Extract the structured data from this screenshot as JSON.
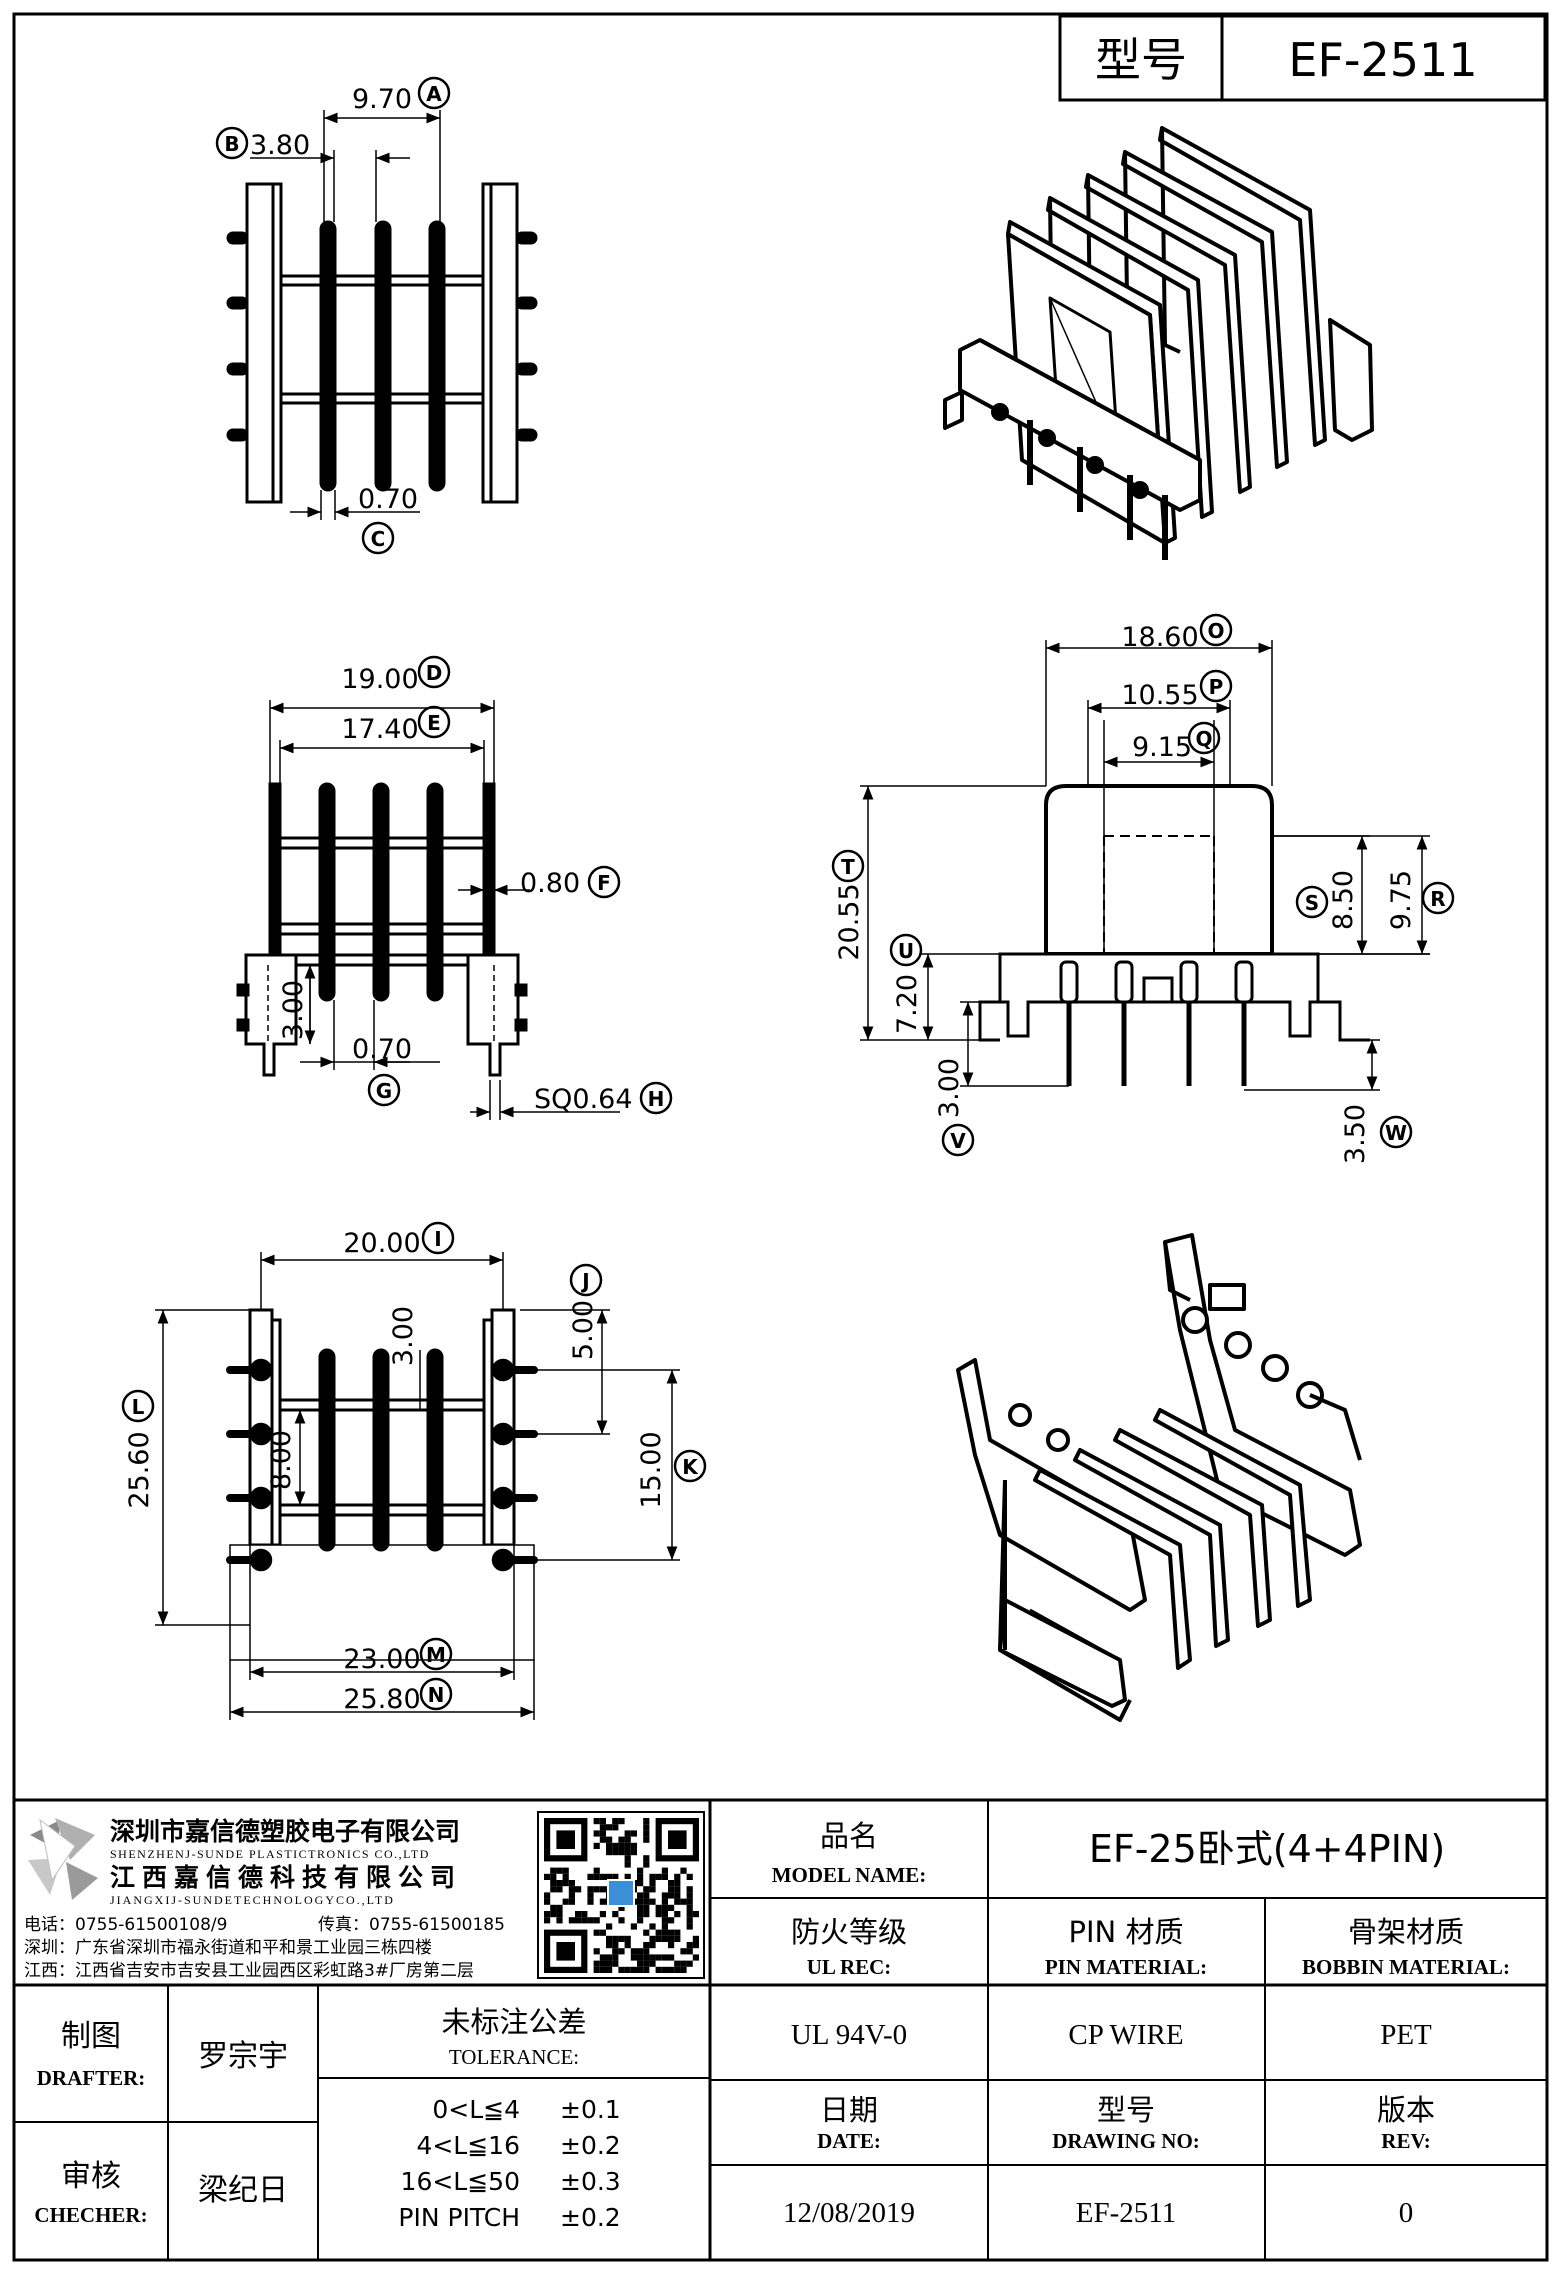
{
  "title_block": {
    "model_label": "型号",
    "model_value": "EF-2511"
  },
  "dimensions": {
    "A": {
      "value": "9.70",
      "tag": "A"
    },
    "B": {
      "value": "3.80",
      "tag": "B"
    },
    "C": {
      "value": "0.70",
      "tag": "C"
    },
    "D": {
      "value": "19.00",
      "tag": "D"
    },
    "E": {
      "value": "17.40",
      "tag": "E"
    },
    "F": {
      "value": "0.80",
      "tag": "F"
    },
    "G": {
      "value": "0.70",
      "tag": "G"
    },
    "G_side": {
      "value": "3.00"
    },
    "H": {
      "value": "SQ0.64",
      "tag": "H"
    },
    "I": {
      "value": "20.00",
      "tag": "I"
    },
    "J": {
      "value": "5.00",
      "tag": "J"
    },
    "J_inner": {
      "value": "3.00"
    },
    "K": {
      "value": "15.00",
      "tag": "K"
    },
    "L": {
      "value": "25.60",
      "tag": "L"
    },
    "L_inner": {
      "value": "8.00"
    },
    "M": {
      "value": "23.00",
      "tag": "M"
    },
    "N": {
      "value": "25.80",
      "tag": "N"
    },
    "O": {
      "value": "18.60",
      "tag": "O"
    },
    "P": {
      "value": "10.55",
      "tag": "P"
    },
    "Q": {
      "value": "9.15",
      "tag": "Q"
    },
    "R": {
      "value": "9.75",
      "tag": "R"
    },
    "S": {
      "value": "8.50",
      "tag": "S"
    },
    "T": {
      "value": "20.55",
      "tag": "T"
    },
    "U": {
      "value": "7.20",
      "tag": "U"
    },
    "V": {
      "value": "3.00",
      "tag": "V"
    },
    "W": {
      "value": "3.50",
      "tag": "W"
    }
  },
  "company": {
    "name_cn_1": "深圳市嘉信德塑胶电子有限公司",
    "name_en_1": "SHENZHENJ-SUNDE PLASTICTRONICS CO.,LTD",
    "name_cn_2": "江西嘉信德科技有限公司",
    "name_en_2": "JIANGXIJ-SUNDETECHNOLOGYCO.,LTD",
    "phone": "电话：0755-61500108/9",
    "fax": "传真：0755-61500185",
    "addr_sz": "深圳：广东省深圳市福永街道和平和景工业园三栋四楼",
    "addr_jx": "江西：江西省吉安市吉安县工业园西区彩虹路3#厂房第二层"
  },
  "info": {
    "product_name_cn": "品名",
    "product_name_en": "MODEL NAME:",
    "product_name_value": "EF-25卧式(4+4PIN)",
    "ul_cn": "防火等级",
    "ul_en": "UL REC:",
    "ul_value": "UL 94V-0",
    "pin_cn": "PIN 材质",
    "pin_en": "PIN MATERIAL:",
    "pin_value": "CP WIRE",
    "bobbin_cn": "骨架材质",
    "bobbin_en": "BOBBIN MATERIAL:",
    "bobbin_value": "PET",
    "date_cn": "日期",
    "date_en": "DATE:",
    "date_value": "12/08/2019",
    "drawing_cn": "型号",
    "drawing_en": "DRAWING NO:",
    "drawing_value": "EF-2511",
    "rev_cn": "版本",
    "rev_en": "REV:",
    "rev_value": "0",
    "drafter_cn": "制图",
    "drafter_en": "DRAFTER:",
    "drafter_value": "罗宗宇",
    "checker_cn": "审核",
    "checker_en": "CHECHER:",
    "checker_value": "梁纪日",
    "tolerance_cn": "未标注公差",
    "tolerance_en": "TOLERANCE:",
    "tolerances": [
      {
        "range": "0<L≦4",
        "tol": "±0.1"
      },
      {
        "range": "4<L≦16",
        "tol": "±0.2"
      },
      {
        "range": "16<L≦50",
        "tol": "±0.3"
      },
      {
        "range": "PIN PITCH",
        "tol": "±0.2"
      }
    ]
  }
}
